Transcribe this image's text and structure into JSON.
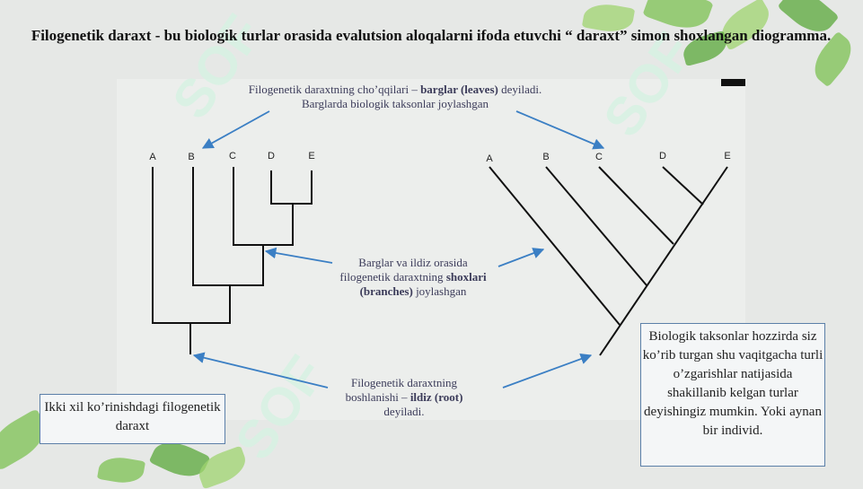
{
  "title": "Filogenetik daraxt -  bu biologik turlar orasida evalutsion aloqalarni ifoda etuvchi “ daraxt” simon shoxlangan diogramma.",
  "leaves_note": {
    "line1_a": "Filogenetik daraxtning cho’qqilari – ",
    "line1_b": "barglar (leaves)",
    "line1_c": " deyiladi.",
    "line2": "Barglarda biologik taksonlar joylashgan"
  },
  "branches_note": {
    "line1": "Barglar va ildiz orasida",
    "line2_a": "filogenetik daraxtning ",
    "line2_b": "shoxlari",
    "line3_a": "(branches)",
    "line3_b": " joylashgan"
  },
  "root_note": {
    "line1": "Filogenetik daraxtning",
    "line2_a": "boshlanishi – ",
    "line2_b": "ildiz (root)",
    "line3": "deyiladi."
  },
  "left_box": "Ikki xil ko’rinishdagi filogenetik daraxt",
  "right_box": "Biologik taksonlar hozzirda siz ko’rib turgan shu vaqitgacha turli o’zgarishlar natijasida shakillanib kelgan turlar deyishingiz mumkin. Yoki aynan bir individ.",
  "left_tree_labels": [
    "A",
    "B",
    "C",
    "D",
    "E"
  ],
  "right_tree_labels": [
    "A",
    "B",
    "C",
    "D",
    "E"
  ],
  "watermark": "SOF",
  "colors": {
    "tree_line": "#111111",
    "arrow": "#3b7fc4",
    "box_border": "#5b7fa8",
    "leaf_green": "#7cc152",
    "watermark": "#d6f2e3"
  }
}
